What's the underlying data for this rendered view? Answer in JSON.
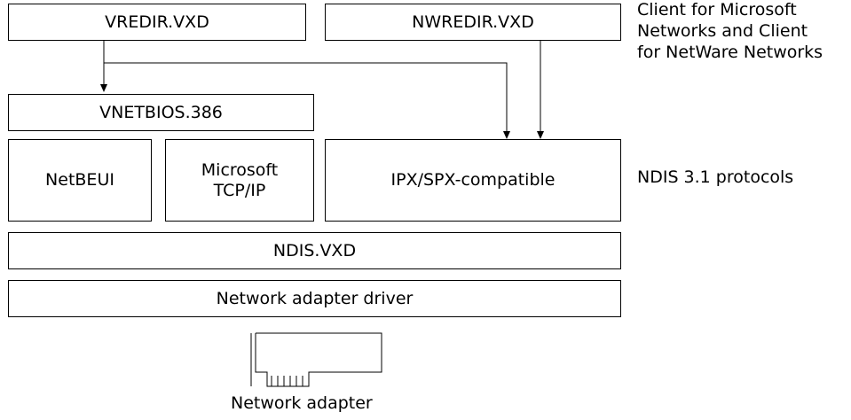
{
  "boxes": {
    "vredir": "VREDIR.VXD",
    "nwredir": "NWREDIR.VXD",
    "vnetbios": "VNETBIOS.386",
    "netbeui": "NetBEUI",
    "tcpip": "Microsoft\nTCP/IP",
    "ipxspx": "IPX/SPX-compatible",
    "ndis": "NDIS.VXD",
    "adapter_driver": "Network adapter driver"
  },
  "notes": {
    "clients": "Client for Microsoft\nNetworks and Client\nfor NetWare Networks",
    "protocols": "NDIS 3.1 protocols"
  },
  "hardware": {
    "icon": "network-adapter-card-icon",
    "label": "Network adapter"
  }
}
